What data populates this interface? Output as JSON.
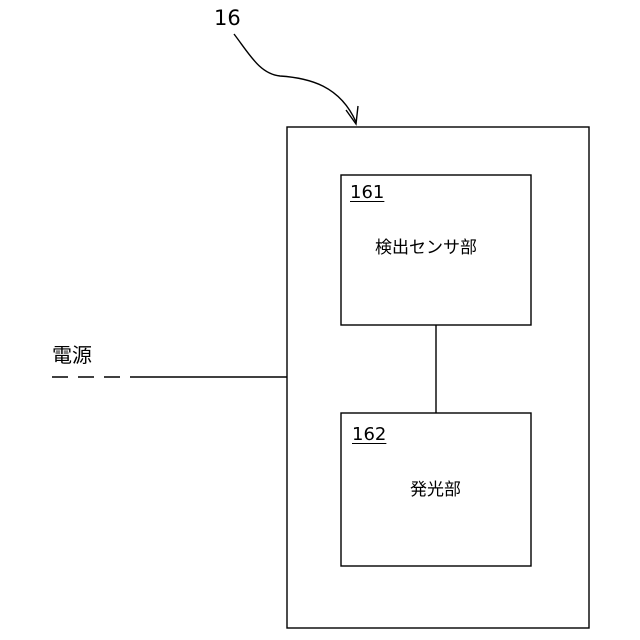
{
  "reference_numeral": "16",
  "power_label": "電源",
  "sensor_unit": {
    "number": "161",
    "label": "検出センサ部"
  },
  "emitter_unit": {
    "number": "162",
    "label": "発光部"
  },
  "colors": {
    "line": "#000000",
    "background": "#ffffff"
  }
}
